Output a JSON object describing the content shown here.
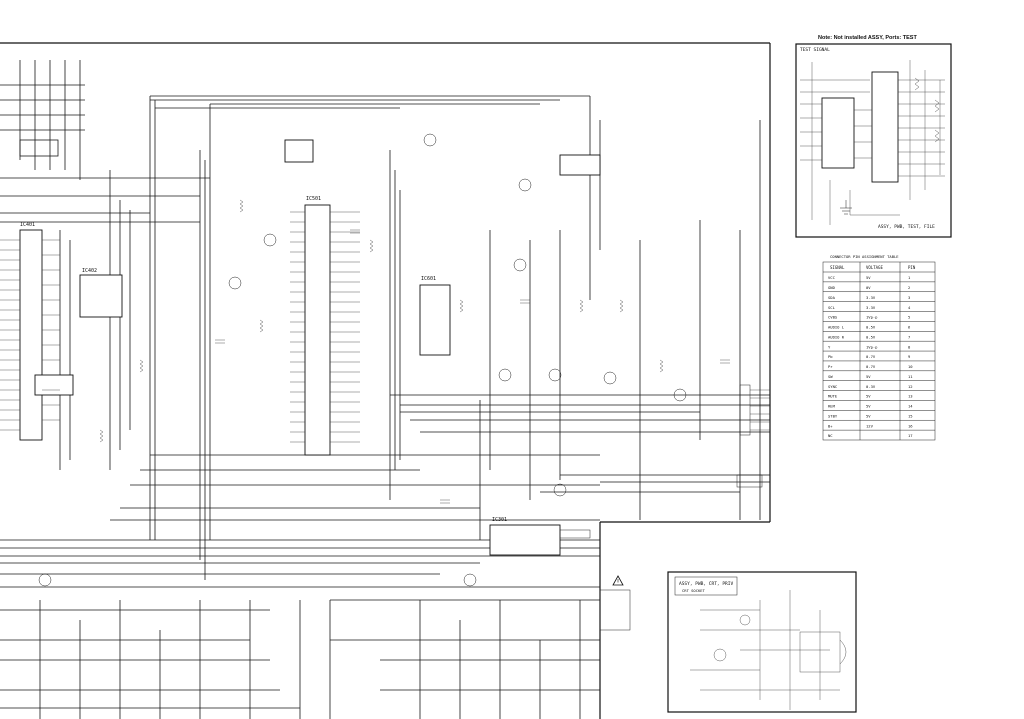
{
  "note_top": "Note: Not installed ASSY, Ports: TEST",
  "inset_top": {
    "board_label": "TEST SIGNAL",
    "caption": "ASSY, PWB, TEST, FILE"
  },
  "table": {
    "title": "CONNECTOR PIN ASSIGNMENT TABLE",
    "headers": [
      "SIGNAL",
      "VOLTAGE",
      "PIN"
    ],
    "rows": [
      [
        "VCC",
        "5V",
        "1"
      ],
      [
        "GND",
        "0V",
        "2"
      ],
      [
        "SDA",
        "3.3V",
        "3"
      ],
      [
        "SCL",
        "3.3V",
        "4"
      ],
      [
        "CVBS",
        "1Vp-p",
        "5"
      ],
      [
        "AUDIO L",
        "0.5V",
        "6"
      ],
      [
        "AUDIO R",
        "0.5V",
        "7"
      ],
      [
        "Y",
        "1Vp-p",
        "8"
      ],
      [
        "Pb",
        "0.7V",
        "9"
      ],
      [
        "Pr",
        "0.7V",
        "10"
      ],
      [
        "SW",
        "5V",
        "11"
      ],
      [
        "SYNC",
        "0.3V",
        "12"
      ],
      [
        "MUTE",
        "5V",
        "13"
      ],
      [
        "REM",
        "5V",
        "14"
      ],
      [
        "STBY",
        "5V",
        "15"
      ],
      [
        "B+",
        "12V",
        "16"
      ],
      [
        "NC",
        "",
        "17"
      ]
    ]
  },
  "inset_bottom": {
    "caption": "ASSY, PWB, CRT, PRIV",
    "sub": "CRT SOCKET"
  },
  "ic_labels": {
    "main_ic": "IC501",
    "video_ic": "IC601",
    "mcu": "IC401",
    "eeprom": "IC402",
    "audio_ic": "IC301"
  },
  "icons": {
    "warning": "warning-triangle-icon",
    "ground": "ground-icon"
  }
}
